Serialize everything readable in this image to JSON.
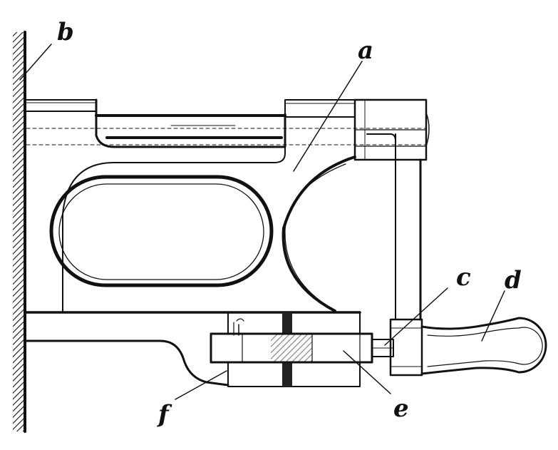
{
  "labels": {
    "a": "a",
    "b": "b",
    "c": "c",
    "d": "d",
    "e": "e",
    "f": "f"
  }
}
